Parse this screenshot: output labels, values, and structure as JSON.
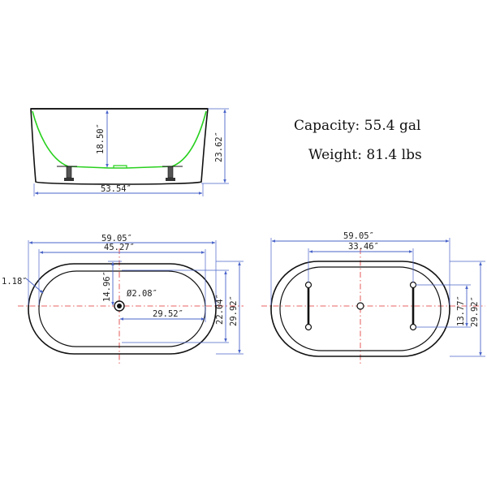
{
  "specs": {
    "capacity": "Capacity: 55.4 gal",
    "weight": "Weight: 81.4 lbs"
  },
  "side_view": {
    "length": "53.54″",
    "inner_depth": "18.50″",
    "height": "23.62″"
  },
  "top_view": {
    "outer_length": "59.05″",
    "inner_length": "45.27″",
    "rim": "1.18″",
    "drain_offset": "14.96″",
    "drain_diameter": "Ø2.08″",
    "drain_to_end": "29.52″",
    "inner_width": "22.04″",
    "outer_width": "29.92″"
  },
  "bottom_view": {
    "outer_length": "59.05″",
    "feet_spacing": "33.46″",
    "feet_length": "13.77″",
    "outer_width": "29.92″"
  },
  "colors": {
    "dimension": "#4a64c8",
    "center_line": "#e03030",
    "inner_basin": "#28d01e",
    "outline": "#111111"
  }
}
